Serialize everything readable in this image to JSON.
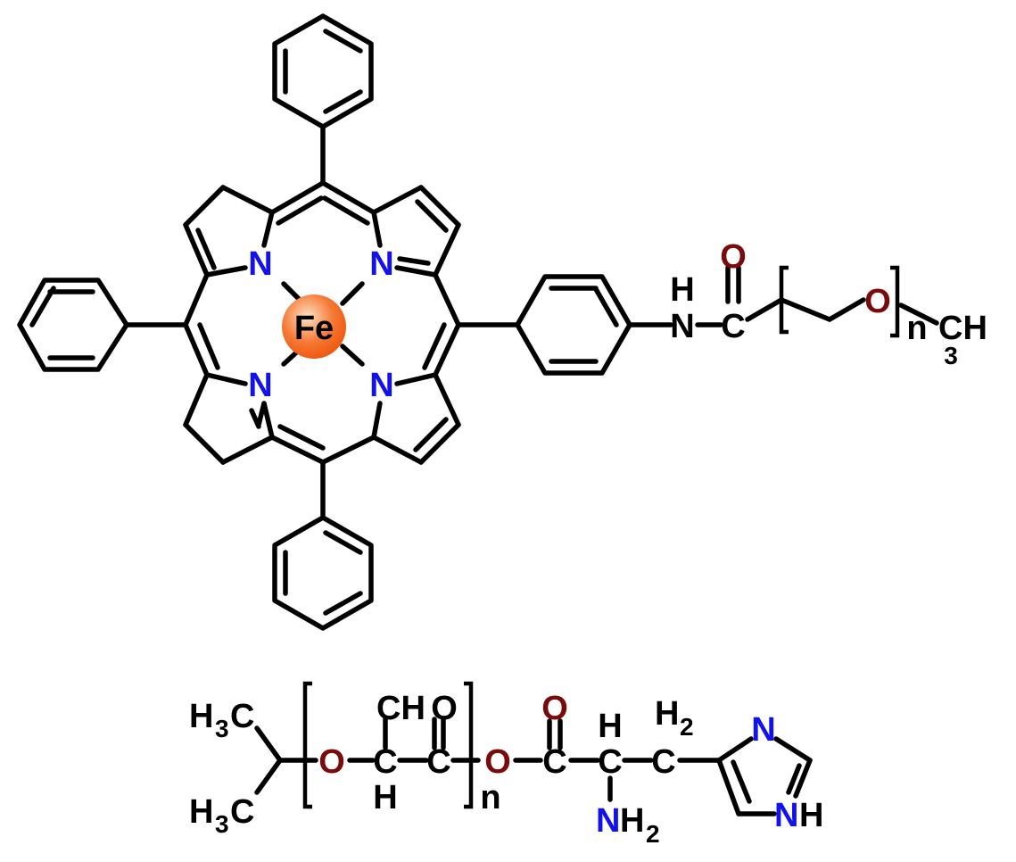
{
  "colors": {
    "bond": "#000000",
    "nitrogen": "#1212ee",
    "oxygen": "#7b0a0a",
    "iron_core": "#f05a12",
    "iron_highlight": "#fde2c4"
  },
  "molecule_top": {
    "metal": "Fe",
    "nitrogen": "N",
    "amide_N": "N",
    "amide_H": "H",
    "carbonyl_C": "C",
    "carbonyl_O": "O",
    "peg_O": "O",
    "repeat_n": "n",
    "methyl_C": "CH",
    "methyl_sub": "3"
  },
  "molecule_bottom": {
    "h3c_top": "H",
    "h3c_top_sub": "3",
    "h3c_top_c": "C",
    "h3c_bottom": "H",
    "h3c_bottom_sub": "3",
    "h3c_bottom_c": "C",
    "ester_O1": "O",
    "ch_C": "C",
    "ch_H": "H",
    "methyl_branch": "CH",
    "carbonyl_C1": "C",
    "carbonyl_O1": "O",
    "repeat_n": "n",
    "ester_O2": "O",
    "carbonyl_C2": "C",
    "carbonyl_O2": "O",
    "alpha_C": "C",
    "alpha_H": "H",
    "amine_N": "N",
    "amine_H": "H",
    "amine_sub": "2",
    "ch2_C": "C",
    "ch2_H": "H",
    "ch2_sub": "2",
    "imidazole_N": "N",
    "imidazole_NH_N": "N",
    "imidazole_NH_H": "H"
  }
}
